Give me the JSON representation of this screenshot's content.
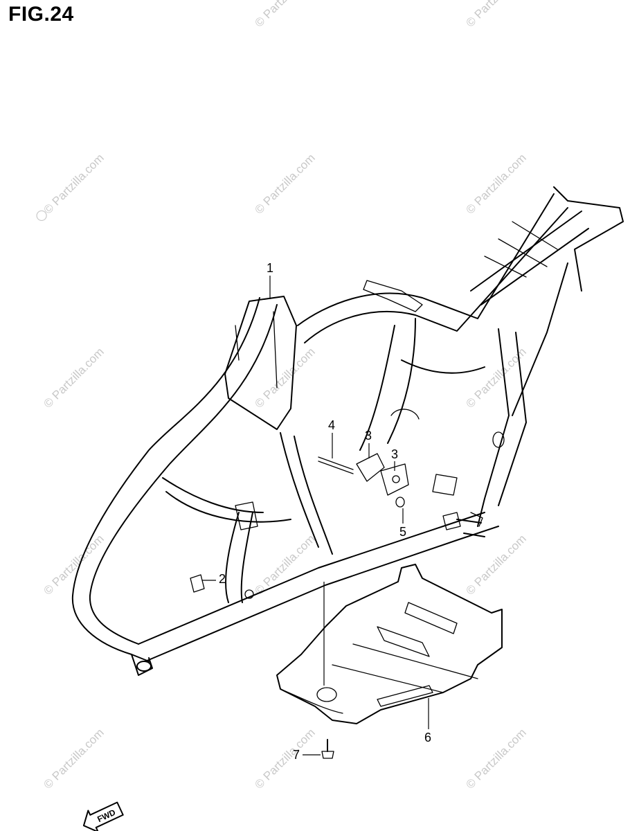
{
  "figure": {
    "title": "FIG.24"
  },
  "watermark": {
    "text": "© Partzilla.com",
    "color": "#c9c9c9"
  },
  "callouts": [
    {
      "id": "1",
      "label": "1"
    },
    {
      "id": "2",
      "label": "2"
    },
    {
      "id": "3a",
      "label": "3"
    },
    {
      "id": "3b",
      "label": "3"
    },
    {
      "id": "4",
      "label": "4"
    },
    {
      "id": "5",
      "label": "5"
    },
    {
      "id": "6",
      "label": "6"
    },
    {
      "id": "7",
      "label": "7"
    }
  ],
  "direction_badge": {
    "text": "FWD",
    "icon": "forward-arrow-icon"
  }
}
